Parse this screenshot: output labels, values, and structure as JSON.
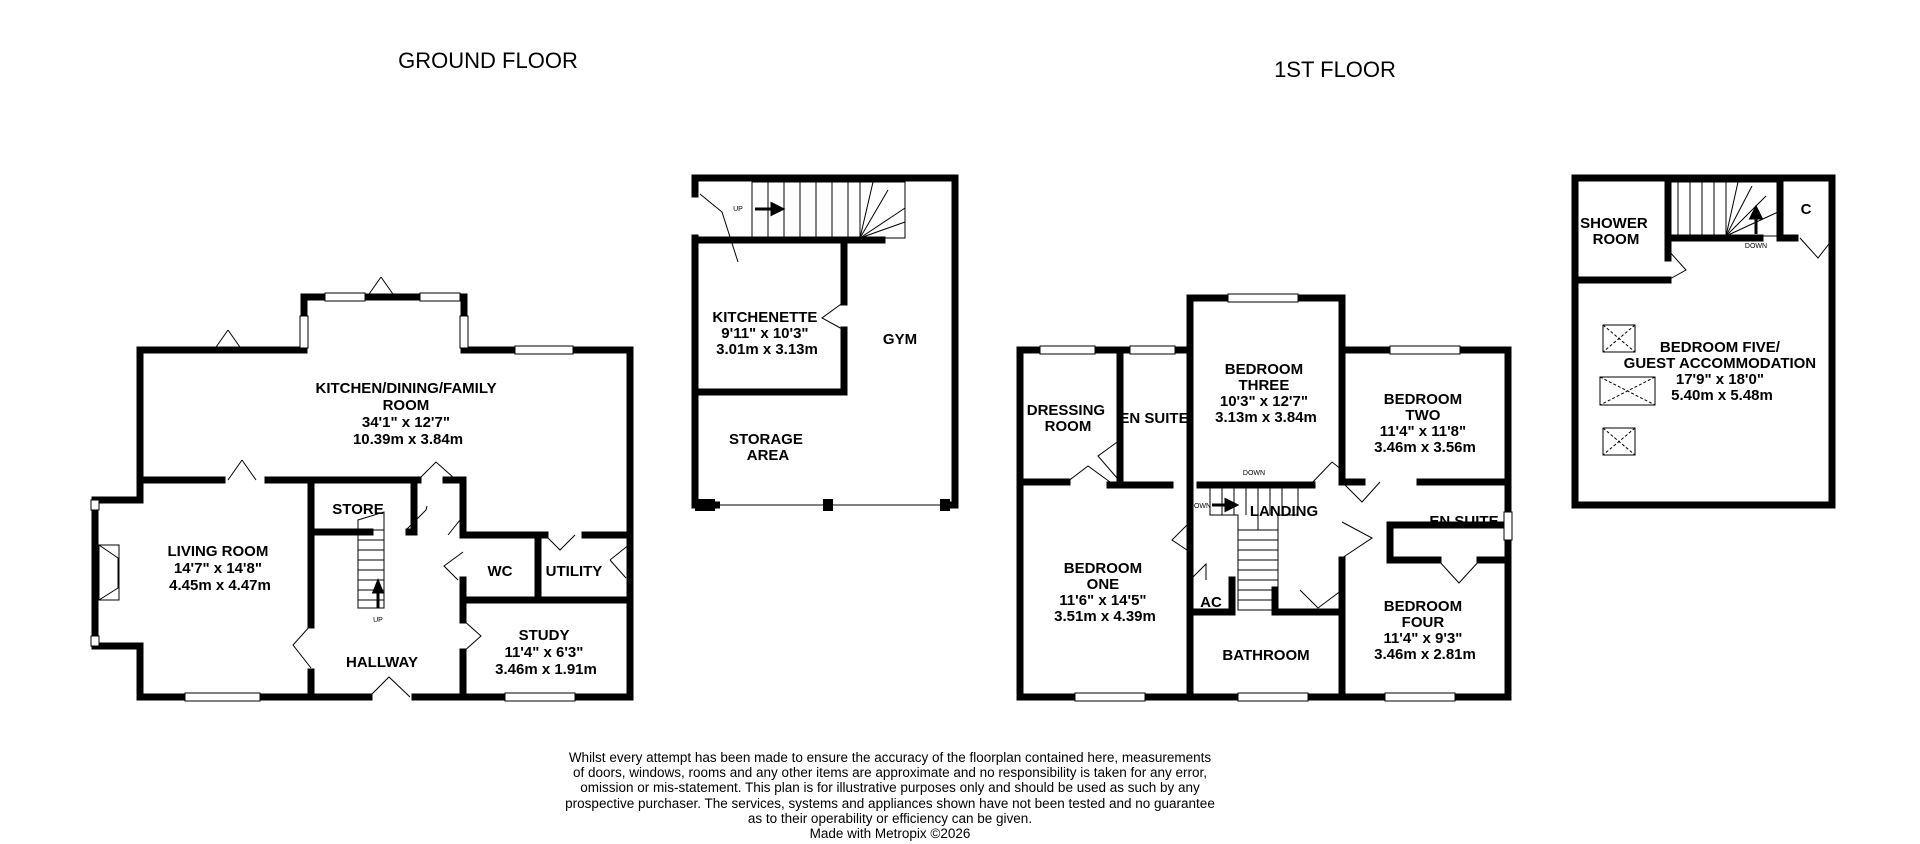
{
  "titles": {
    "ground": "GROUND FLOOR",
    "first": "1ST FLOOR"
  },
  "ground_floor": {
    "kitchen": [
      "KITCHEN/DINING/FAMILY",
      "ROOM",
      "34'1\" x 12'7\"",
      "10.39m x 3.84m"
    ],
    "living": [
      "LIVING ROOM",
      "14'7\" x 14'8\"",
      "4.45m x 4.47m"
    ],
    "store": "STORE",
    "wc": "WC",
    "utility": "UTILITY",
    "study": [
      "STUDY",
      "11'4\" x 6'3\"",
      "3.46m x 1.91m"
    ],
    "hallway": "HALLWAY",
    "stair_up": "UP"
  },
  "annex": {
    "stair_up": "UP",
    "kitchenette": [
      "KITCHENETTE",
      "9'11\" x 10'3\"",
      "3.01m x 3.13m"
    ],
    "gym": "GYM",
    "storage": [
      "STORAGE",
      "AREA"
    ]
  },
  "first_floor": {
    "dressing": [
      "DRESSING",
      "ROOM"
    ],
    "ensuite1": "EN SUITE",
    "bed3": [
      "BEDROOM",
      "THREE",
      "10'3\" x 12'7\"",
      "3.13m x 3.84m"
    ],
    "bed2": [
      "BEDROOM",
      "TWO",
      "11'4\" x 11'8\"",
      "3.46m x 3.56m"
    ],
    "landing": "LANDING",
    "stair_down_1": "DOWN",
    "stair_down_2": "DOWN",
    "ensuite2": "EN SUITE",
    "bed1": [
      "BEDROOM",
      "ONE",
      "11'6\" x 14'5\"",
      "3.51m x 4.39m"
    ],
    "ac": "AC",
    "bathroom": "BATHROOM",
    "bed4": [
      "BEDROOM",
      "FOUR",
      "11'4\" x 9'3\"",
      "3.46m x 2.81m"
    ]
  },
  "second_floor": {
    "shower": [
      "SHOWER",
      "ROOM"
    ],
    "c": "C",
    "stair_down": "DOWN",
    "bed5": [
      "BEDROOM FIVE/",
      "GUEST ACCOMMODATION",
      "17'9\" x 18'0\"",
      "5.40m x 5.48m"
    ]
  },
  "disclaimer": [
    "Whilst every attempt has been made to ensure the accuracy of the floorplan contained here, measurements",
    "of doors, windows, rooms and any other items are approximate and no responsibility is taken for any error,",
    "omission or mis-statement. This plan is for illustrative purposes only and should be used as such by any",
    "prospective purchaser. The services, systems and appliances shown have not been tested and no guarantee",
    "as to their operability or efficiency can be given.",
    "Made with Metropix ©2026"
  ]
}
